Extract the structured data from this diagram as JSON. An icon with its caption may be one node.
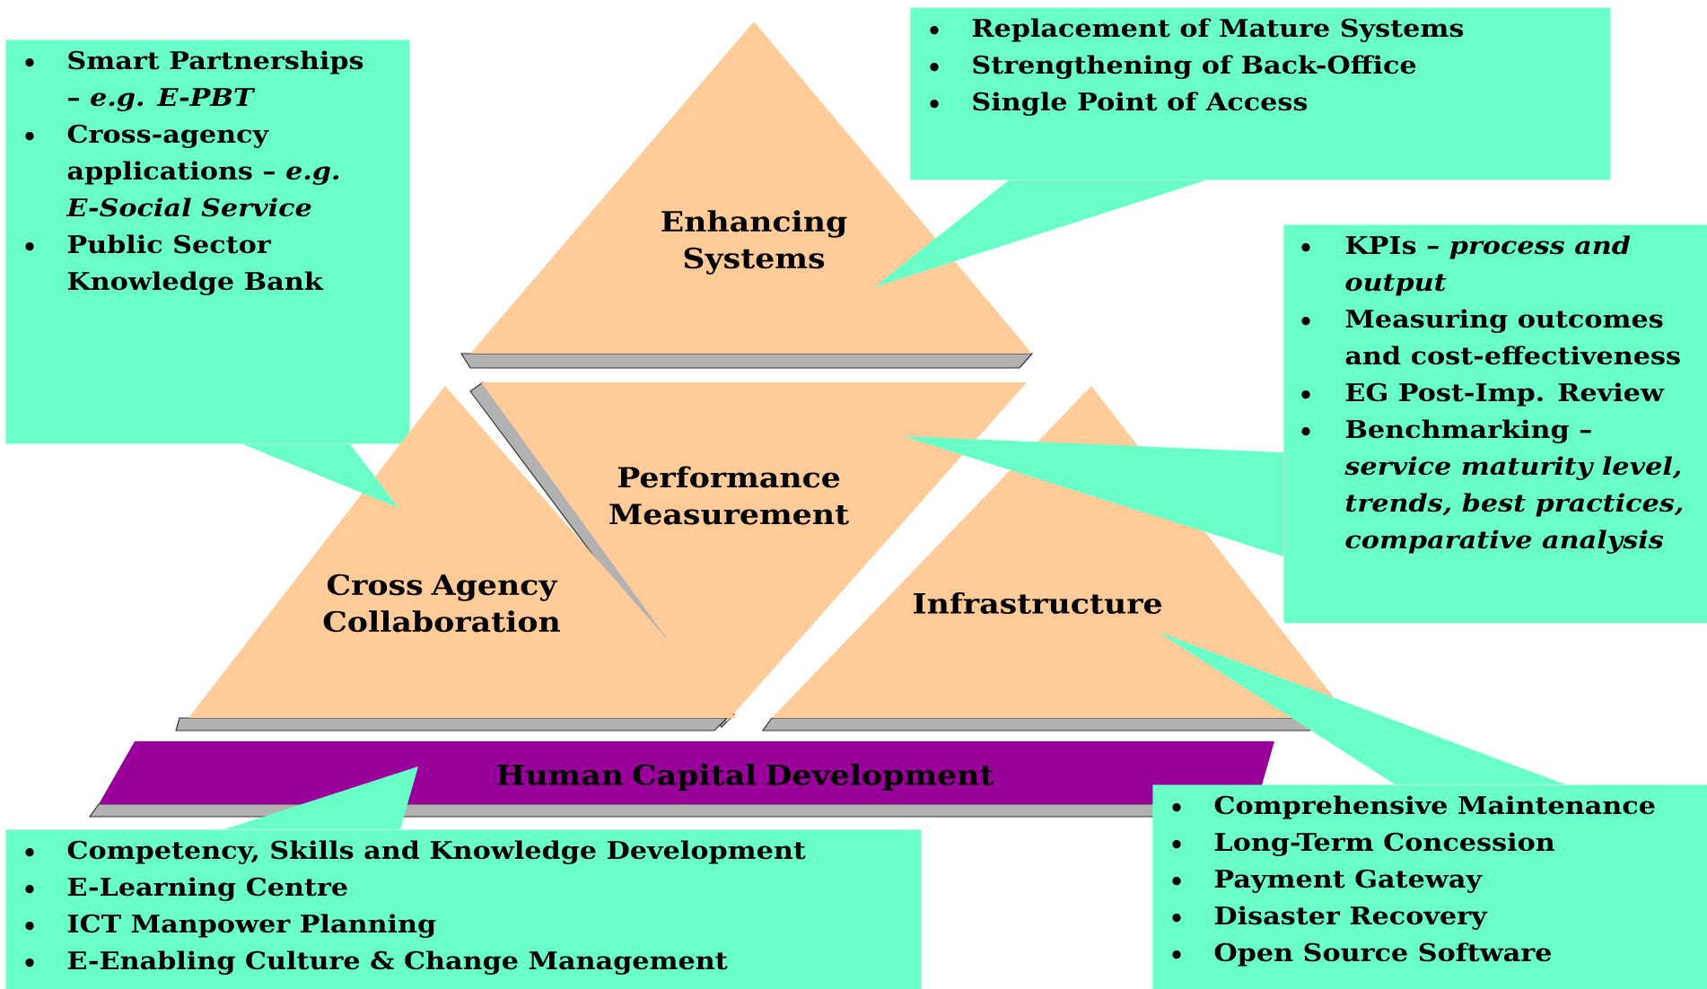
{
  "diagram": {
    "nodes": [
      {
        "text": [
          "Smart Partnerships – *e.g. E-PBT*",
          "Cross-agency applications – *e.g. E-Social Service*",
          "Public Sector Knowledge Bank"
        ]
      },
      {
        "text": [
          "Enhancing Systems"
        ]
      },
      {
        "text": [
          "Replacement of Mature Systems",
          "Strengthening of Back-Office",
          "Single Point of Access"
        ]
      },
      {
        "text": [
          "KPIs – *process and output*",
          "Measuring outcomes and cost-effectiveness",
          "EG Post-Imp. Review",
          "Benchmarking – *service maturity level, trends, best practices, comparative analysis*"
        ]
      },
      {
        "text": [
          "Performance Measurement"
        ]
      },
      {
        "text": [
          "Cross Agency Collaboration"
        ]
      },
      {
        "text": [
          "Infrastructure"
        ]
      },
      {
        "text": [
          "Human Capital Development"
        ]
      },
      {
        "text": [
          "Competency, Skills and Knowledge Development",
          "E-Learning Centre",
          "ICT Manpower Planning",
          "E-Enabling Culture & Change Management"
        ]
      },
      {
        "text": [
          "Comprehensive Maintenance",
          "Long-Term Concession",
          "Payment Gateway",
          "Disaster Recovery",
          "Open Source Software"
        ]
      }
    ],
    "edges": [
      {
        "from": 0,
        "to": 5,
        "arrow": "none"
      },
      {
        "from": 2,
        "to": 1,
        "arrow": "none"
      },
      {
        "from": 3,
        "to": 4,
        "arrow": "none"
      },
      {
        "from": 8,
        "to": 7,
        "arrow": "none"
      },
      {
        "from": 9,
        "to": 6,
        "arrow": "none"
      }
    ]
  }
}
